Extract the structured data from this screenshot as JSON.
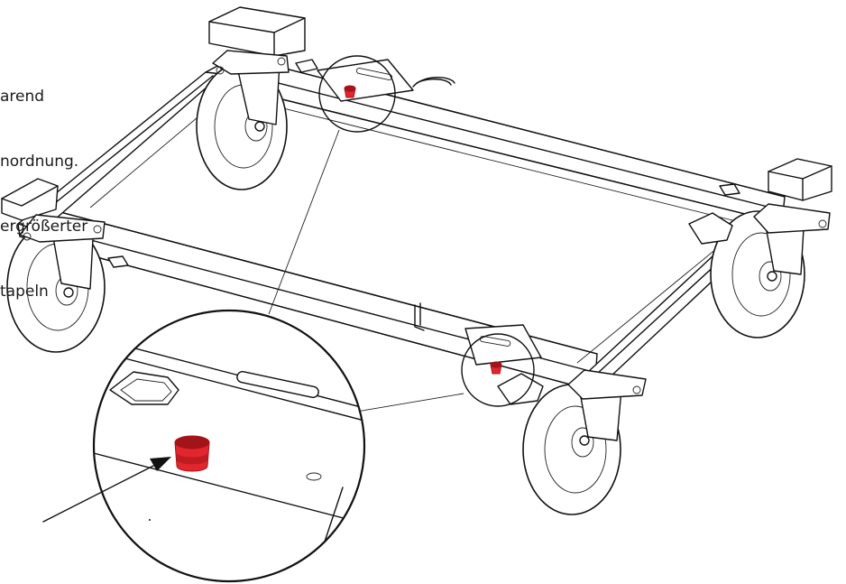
{
  "caption": {
    "lines": [
      "arend",
      "nordnung.",
      "ergrößerter",
      "tapeln"
    ]
  },
  "colors": {
    "stacking_stop": "#e3262e",
    "stacking_stop_shade": "#a3141a",
    "line": "#111111",
    "background": "#ffffff"
  },
  "icons": {
    "stacking_stop": "red-cone-stop",
    "detail_arrow": "pointer-arrow",
    "magnifier": "detail-circle"
  }
}
